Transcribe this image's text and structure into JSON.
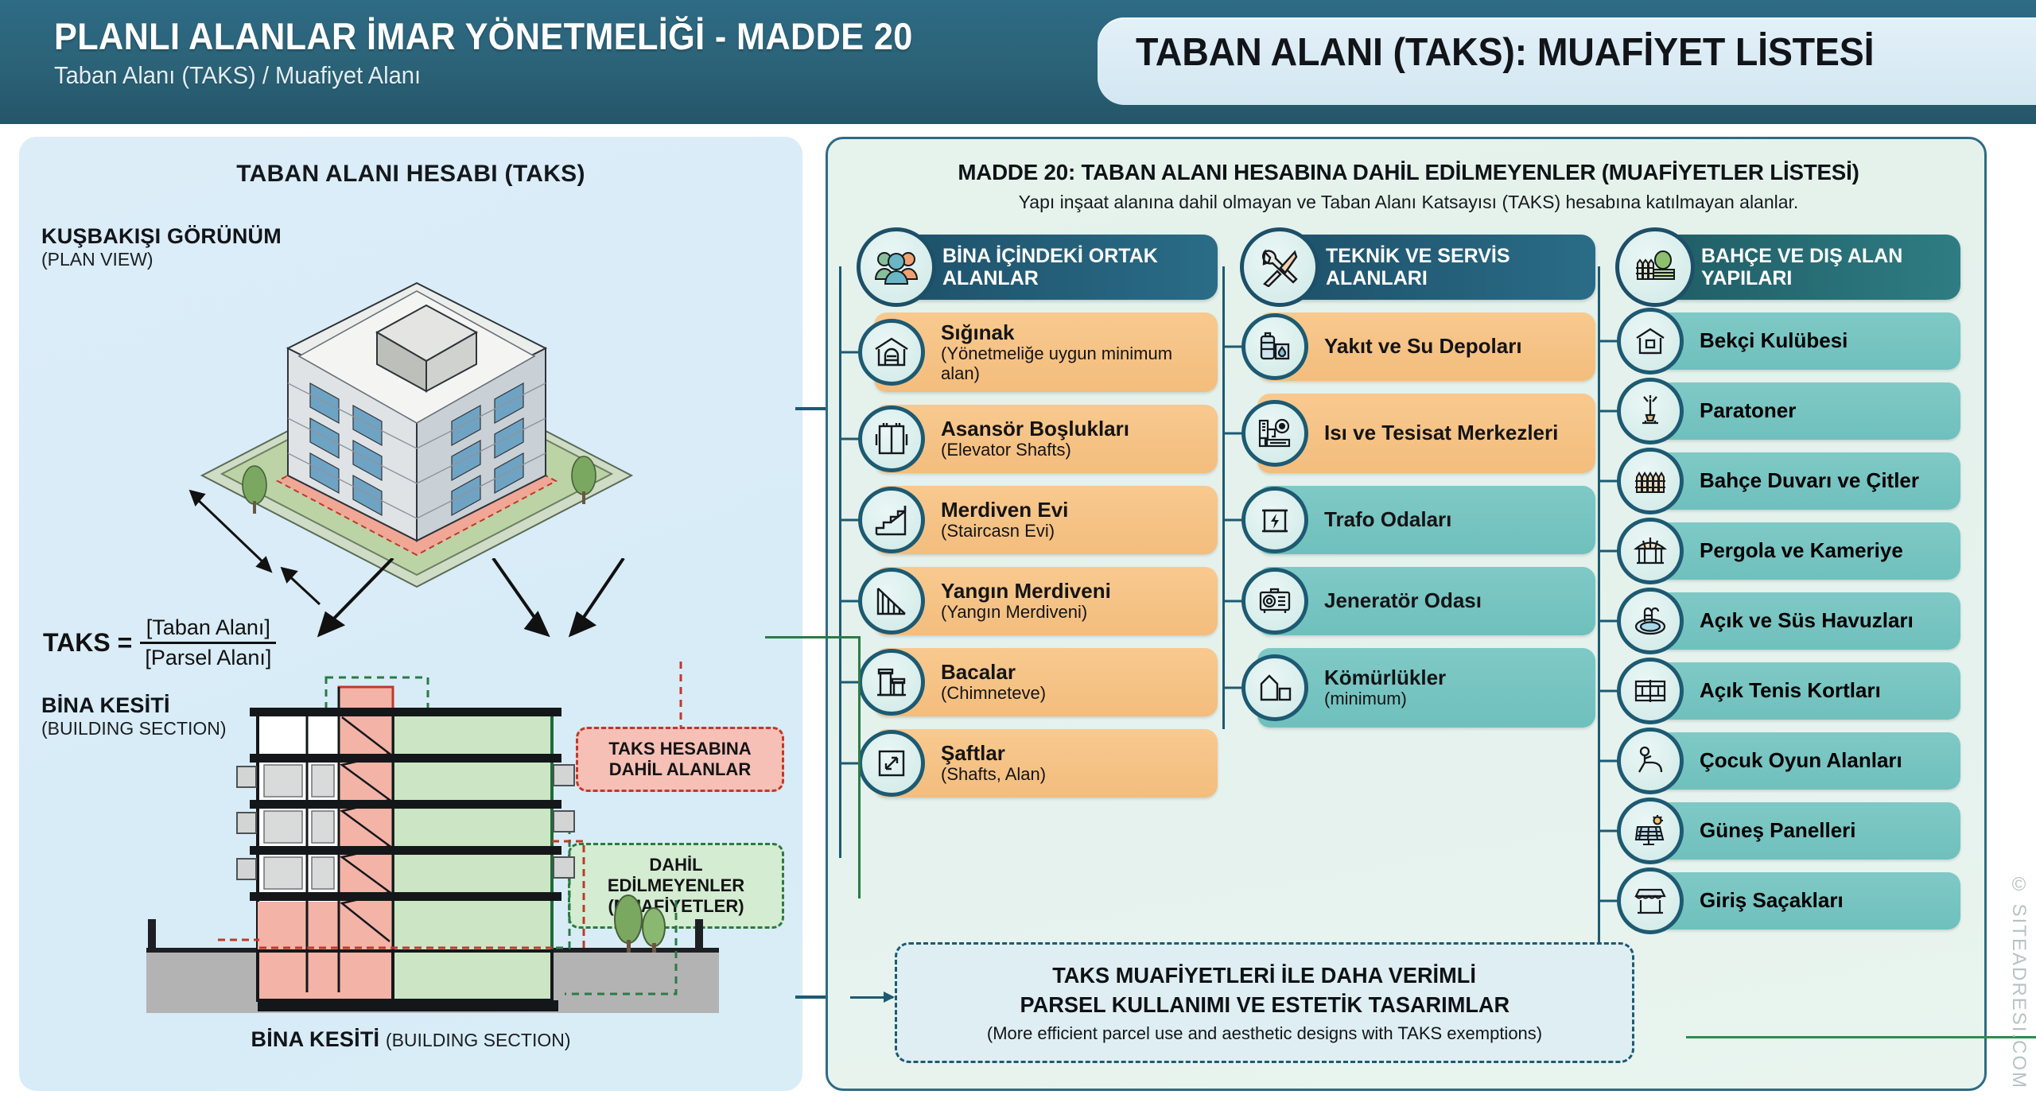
{
  "header": {
    "title": "PLANLI ALANLAR İMAR YÖNETMELİĞİ - MADDE 20",
    "subtitle": "Taban Alanı (TAKS) / Muafiyet Alanı",
    "right_title": "TABAN ALANI (TAKS): MUAFİYET LİSTESİ",
    "bg_color": "#2b6277",
    "plate_color": "#ddebf5"
  },
  "left_panel": {
    "title": "TABAN ALANI HESABI (TAKS)",
    "plan_view_label": "KUŞBAKIŞI GÖRÜNÜM",
    "plan_view_sub": "(PLAN VIEW)",
    "section_label": "BİNA KESİTİ",
    "section_sub": "(BUILDING SECTION)",
    "bottom_caption_main": "BİNA KESİTİ ",
    "bottom_caption_sub": "(BUILDING SECTION)",
    "formula": {
      "lhs": "TAKS =",
      "numerator": "[Taban Alanı]",
      "denominator": "[Parsel Alanı]"
    },
    "callouts": {
      "included_line1": "TAKS HESABINA",
      "included_line2": "DAHİL ALANLAR",
      "included_color": "#c0392b",
      "excluded_line1": "DAHİL EDİLMEYENLER",
      "excluded_line2": "(MUAFİYETLER)",
      "excluded_color": "#2c7a45"
    }
  },
  "right_panel": {
    "title": "MADDE 20: TABAN ALANI HESABINA DAHİL EDİLMEYENLER (MUAFİYETLER LİSTESİ)",
    "subtitle": "Yapı inşaat alanına dahil olmayan ve Taban Alanı Katsayısı (TAKS) hesabına katılmayan alanlar.",
    "columns": [
      {
        "header": "BİNA İÇİNDEKİ ORTAK ALANLAR",
        "header_icon": "people-icon",
        "header_color": "#245d78",
        "items": [
          {
            "title": "Sığınak",
            "sub": "(Yönetmeliğe uygun minimum alan)",
            "icon": "shelter-icon",
            "color": "orange"
          },
          {
            "title": "Asansör Boşlukları",
            "sub": "(Elevator Shafts)",
            "icon": "elevator-icon",
            "color": "orange"
          },
          {
            "title": "Merdiven Evi",
            "sub": "(Staircasn Evi)",
            "icon": "stairs-icon",
            "color": "orange"
          },
          {
            "title": "Yangın Merdiveni",
            "sub": "(Yangın Merdiveni)",
            "icon": "fire-stairs-icon",
            "color": "orange"
          },
          {
            "title": "Bacalar",
            "sub": "(Chimneteve)",
            "icon": "chimney-icon",
            "color": "orange"
          },
          {
            "title": "Şaftlar",
            "sub": "(Shafts, Alan)",
            "icon": "shaft-icon",
            "color": "orange"
          }
        ]
      },
      {
        "header": "TEKNİK VE SERVİS ALANLARI",
        "header_icon": "tools-icon",
        "header_color": "#245d78",
        "items": [
          {
            "title": "Yakıt ve Su Depoları",
            "sub": "",
            "icon": "tank-icon",
            "color": "orange"
          },
          {
            "title": "Isı ve Tesisat Merkezleri",
            "sub": "",
            "icon": "boiler-icon",
            "color": "orange"
          },
          {
            "title": "Trafo Odaları",
            "sub": "",
            "icon": "transformer-icon",
            "color": "teal"
          },
          {
            "title": "Jeneratör Odası",
            "sub": "",
            "icon": "generator-icon",
            "color": "teal"
          },
          {
            "title": "Kömürlükler",
            "sub": "(minimum)",
            "icon": "coal-shed-icon",
            "color": "teal"
          }
        ]
      },
      {
        "header": "BAHÇE VE DIŞ ALAN YAPILARI",
        "header_icon": "garden-fence-icon",
        "header_color": "#2a7279",
        "items": [
          {
            "title": "Bekçi Kulübesi",
            "sub": "",
            "icon": "guard-house-icon",
            "color": "teal"
          },
          {
            "title": "Paratoner",
            "sub": "",
            "icon": "lightning-rod-icon",
            "color": "teal"
          },
          {
            "title": "Bahçe Duvarı ve Çitler",
            "sub": "",
            "icon": "fence-icon",
            "color": "teal"
          },
          {
            "title": "Pergola ve Kameriye",
            "sub": "",
            "icon": "pergola-icon",
            "color": "teal"
          },
          {
            "title": "Açık ve Süs Havuzları",
            "sub": "",
            "icon": "pool-icon",
            "color": "teal"
          },
          {
            "title": "Açık Tenis Kortları",
            "sub": "",
            "icon": "tennis-court-icon",
            "color": "teal"
          },
          {
            "title": "Çocuk Oyun Alanları",
            "sub": "",
            "icon": "playground-slide-icon",
            "color": "teal"
          },
          {
            "title": "Güneş Panelleri",
            "sub": "",
            "icon": "solar-panel-icon",
            "color": "teal"
          },
          {
            "title": "Giriş Saçakları",
            "sub": "",
            "icon": "canopy-icon",
            "color": "teal"
          }
        ]
      }
    ],
    "bottom_banner": {
      "line1": "TAKS MUAFİYETLERİ İLE DAHA VERİMLİ",
      "line2": "PARSEL KULLANIMI VE ESTETİK TASARIMLAR",
      "line3": "(More efficient parcel use and aesthetic designs with TAKS exemptions)"
    }
  },
  "watermark": "© SITEADRESI.COM"
}
